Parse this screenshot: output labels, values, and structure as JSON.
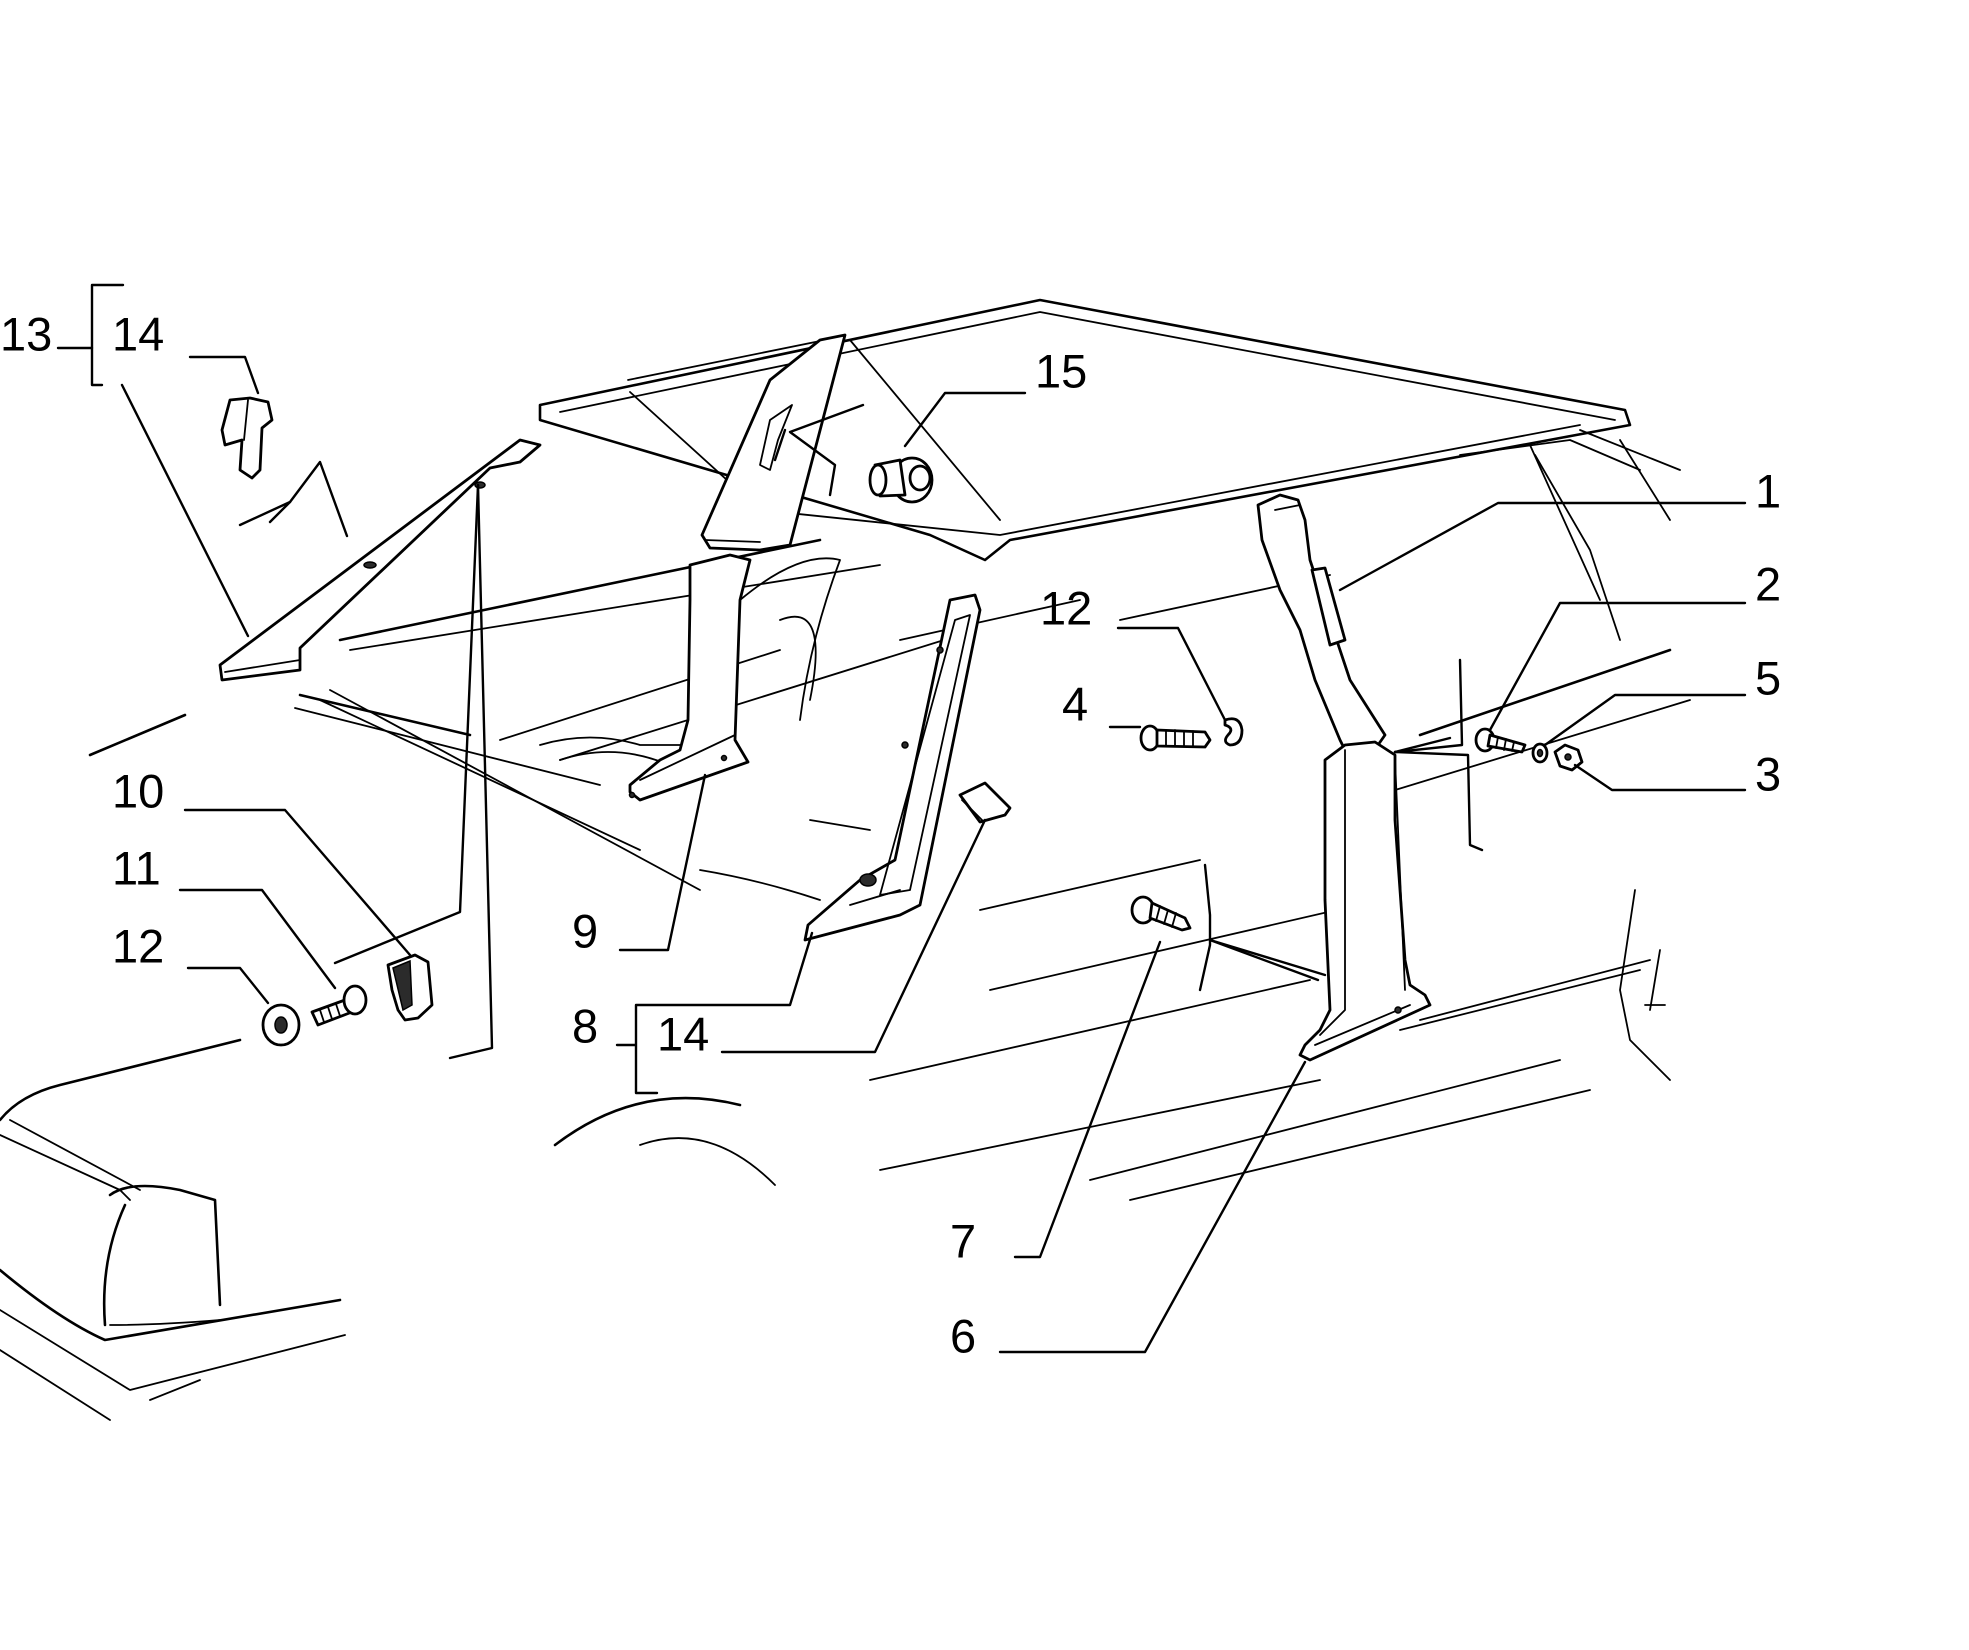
{
  "callouts": [
    {
      "id": "c1",
      "text": "1"
    },
    {
      "id": "c2",
      "text": "2"
    },
    {
      "id": "c3",
      "text": "3"
    },
    {
      "id": "c4",
      "text": "4"
    },
    {
      "id": "c5",
      "text": "5"
    },
    {
      "id": "c6",
      "text": "6"
    },
    {
      "id": "c7",
      "text": "7"
    },
    {
      "id": "c8",
      "text": "8"
    },
    {
      "id": "c9",
      "text": "9"
    },
    {
      "id": "c10",
      "text": "10"
    },
    {
      "id": "c11",
      "text": "11"
    },
    {
      "id": "c12a",
      "text": "12"
    },
    {
      "id": "c12b",
      "text": "12"
    },
    {
      "id": "c13",
      "text": "13"
    },
    {
      "id": "c14a",
      "text": "14"
    },
    {
      "id": "c14b",
      "text": "14"
    },
    {
      "id": "c15",
      "text": "15"
    }
  ]
}
